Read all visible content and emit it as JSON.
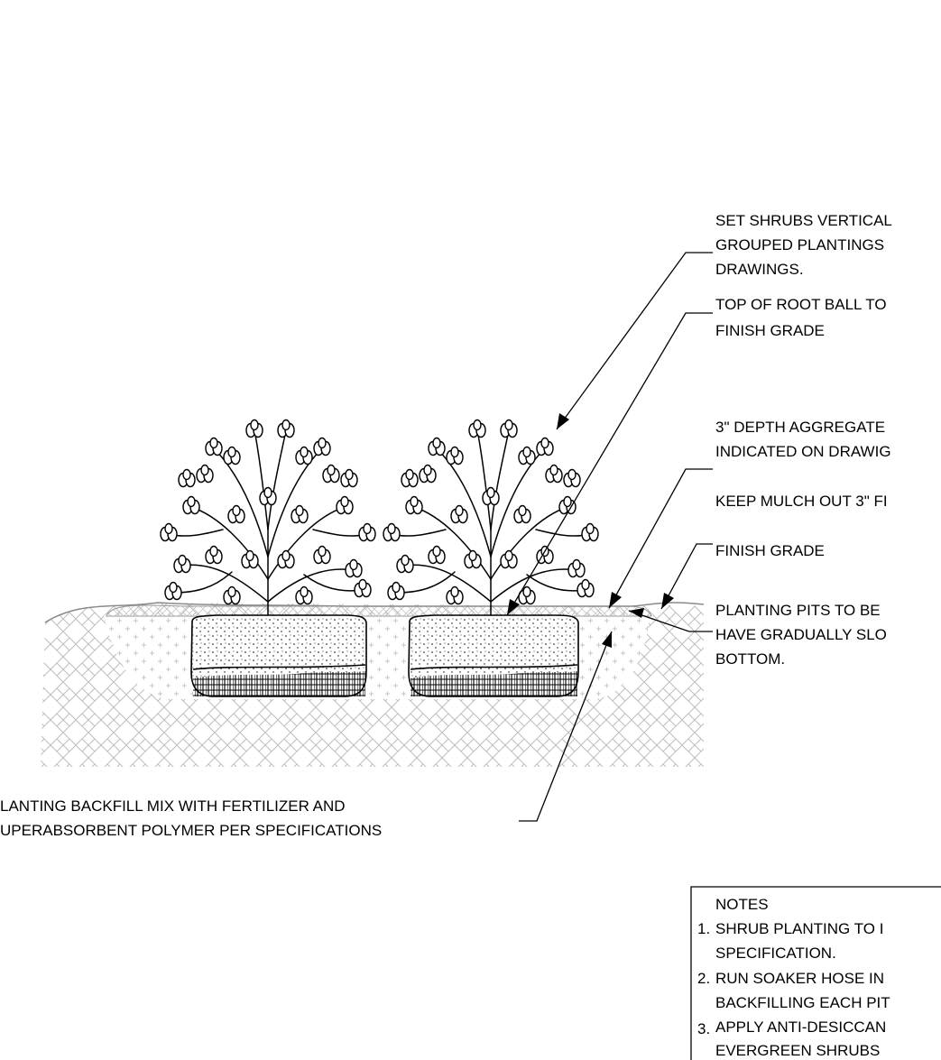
{
  "callouts": {
    "shrubs_vertical": [
      "SET SHRUBS VERTICAL",
      "GROUPED PLANTINGS",
      "DRAWINGS."
    ],
    "root_ball": [
      "TOP OF ROOT BALL TO",
      "FINISH GRADE"
    ],
    "aggregate": [
      "3\" DEPTH AGGREGATE",
      "INDICATED ON DRAWIG"
    ],
    "mulch": [
      "KEEP MULCH OUT 3\" FI"
    ],
    "finish_grade": [
      "FINISH GRADE"
    ],
    "planting_pits": [
      "PLANTING PITS TO BE",
      "HAVE GRADUALLY SLO",
      "BOTTOM."
    ],
    "backfill": [
      "LANTING BACKFILL MIX WITH FERTILIZER AND",
      "UPERABSORBENT POLYMER PER SPECIFICATIONS"
    ]
  },
  "notes": {
    "title": "NOTES",
    "items": [
      {
        "num": "1.",
        "lines": [
          "SHRUB PLANTING TO I",
          "SPECIFICATION."
        ]
      },
      {
        "num": "2.",
        "lines": [
          "RUN SOAKER HOSE IN",
          "BACKFILLING EACH PIT"
        ]
      },
      {
        "num": "3.",
        "lines": [
          "APPLY ANTI-DESICCAN",
          "EVERGREEN SHRUBS"
        ]
      }
    ]
  }
}
